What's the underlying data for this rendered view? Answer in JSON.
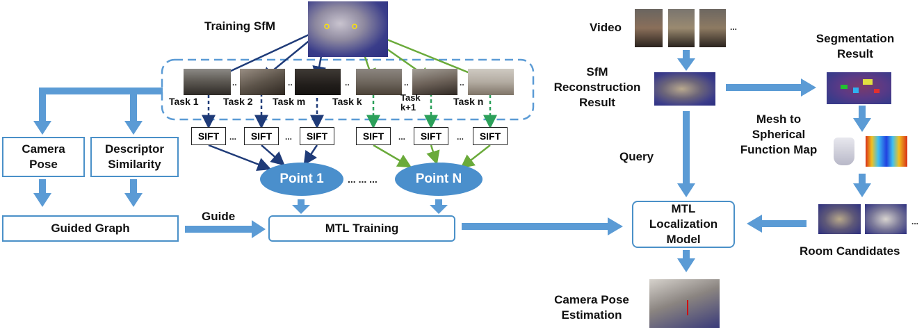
{
  "titles": {
    "training_sfm": "Training SfM",
    "video": "Video",
    "sfm_recon": "SfM\nReconstruction\nResult",
    "segmentation": "Segmentation\nResult",
    "mesh": "Mesh to\nSpherical\nFunction Map",
    "query": "Query",
    "room_candidates": "Room Candidates",
    "camera_pose_estimation": "Camera Pose\nEstimation",
    "guide": "Guide"
  },
  "tasks": [
    "Task 1",
    "Task 2",
    "Task m",
    "Task k",
    "Task\nk+1",
    "Task n"
  ],
  "sift_label": "SIFT",
  "ellipses": {
    "point1": "Point 1",
    "pointN": "Point N"
  },
  "boxes": {
    "camera_pose": "Camera\nPose",
    "descriptor_similarity": "Descriptor\nSimilarity",
    "guided_graph": "Guided Graph",
    "mtl_training": "MTL Training",
    "mtl_model": "MTL\nLocalization\nModel"
  },
  "ellipsis": "...",
  "ellipsis_short": "..",
  "colors": {
    "arrow_blue": "#5b9bd5",
    "dark_arrow": "#1f3b78",
    "green_arrow": "#6aaa3a",
    "dashed_green": "#2ca05a",
    "box_border": "#4a90c8",
    "ellipse_fill": "#4a8fcc"
  }
}
